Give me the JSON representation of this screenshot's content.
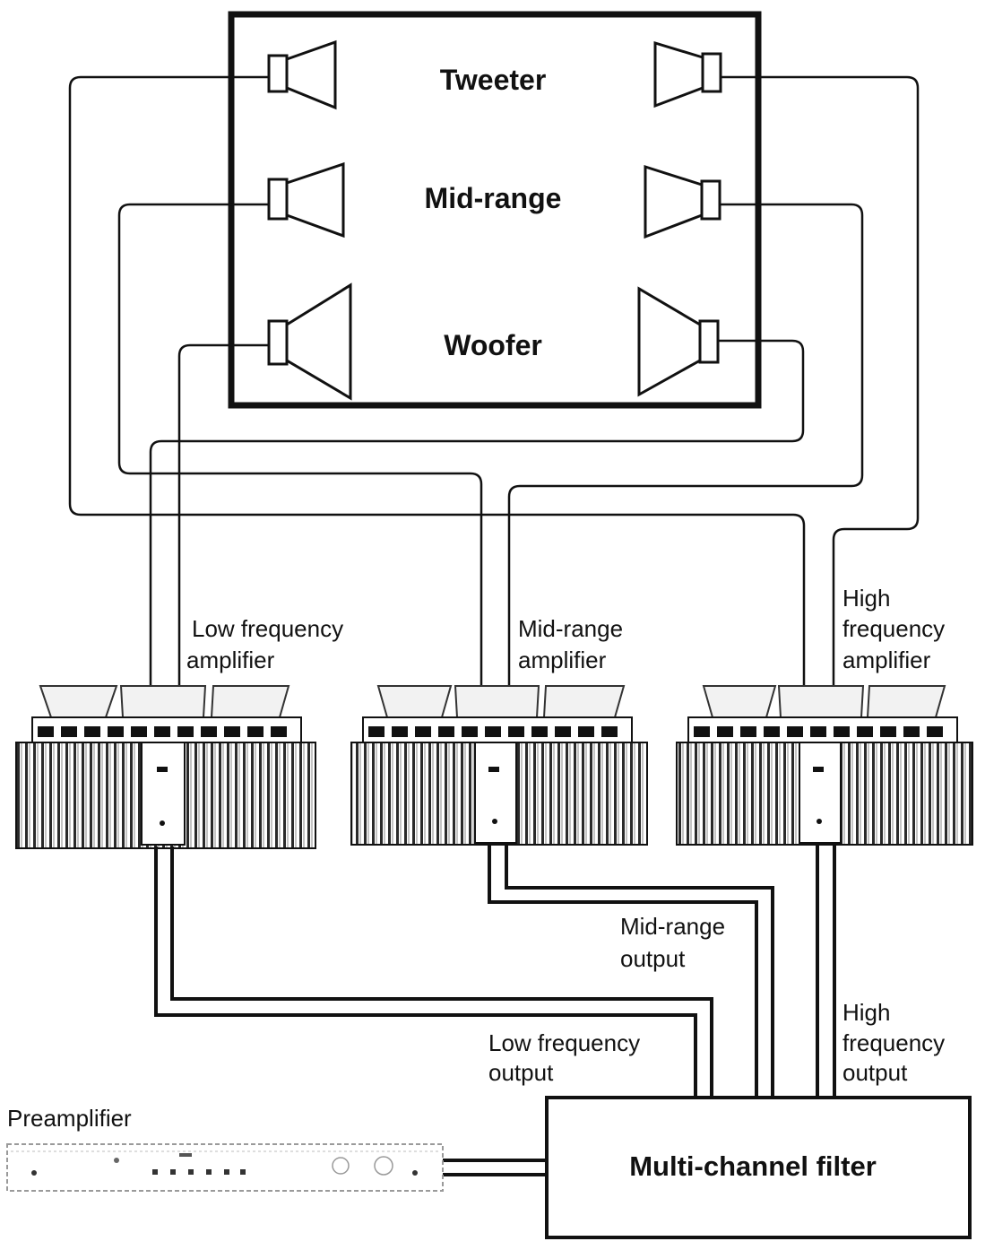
{
  "speaker_box": {
    "tweeter_label": "Tweeter",
    "midrange_label": "Mid-range",
    "woofer_label": "Woofer"
  },
  "amplifiers": {
    "low": [
      "Low frequency",
      "amplifier"
    ],
    "mid": [
      "Mid-range",
      "amplifier"
    ],
    "high": [
      "High",
      "frequency",
      "amplifier"
    ]
  },
  "outputs": {
    "mid": [
      "Mid-range",
      "output"
    ],
    "low": [
      "Low frequency",
      "output"
    ],
    "high": [
      "High",
      "frequency",
      "output"
    ]
  },
  "preamplifier_label": "Preamplifier",
  "filter_label": "Multi-channel filter",
  "colors": {
    "ink": "#111111",
    "paper": "#ffffff",
    "panel": "#f2f2f2"
  }
}
